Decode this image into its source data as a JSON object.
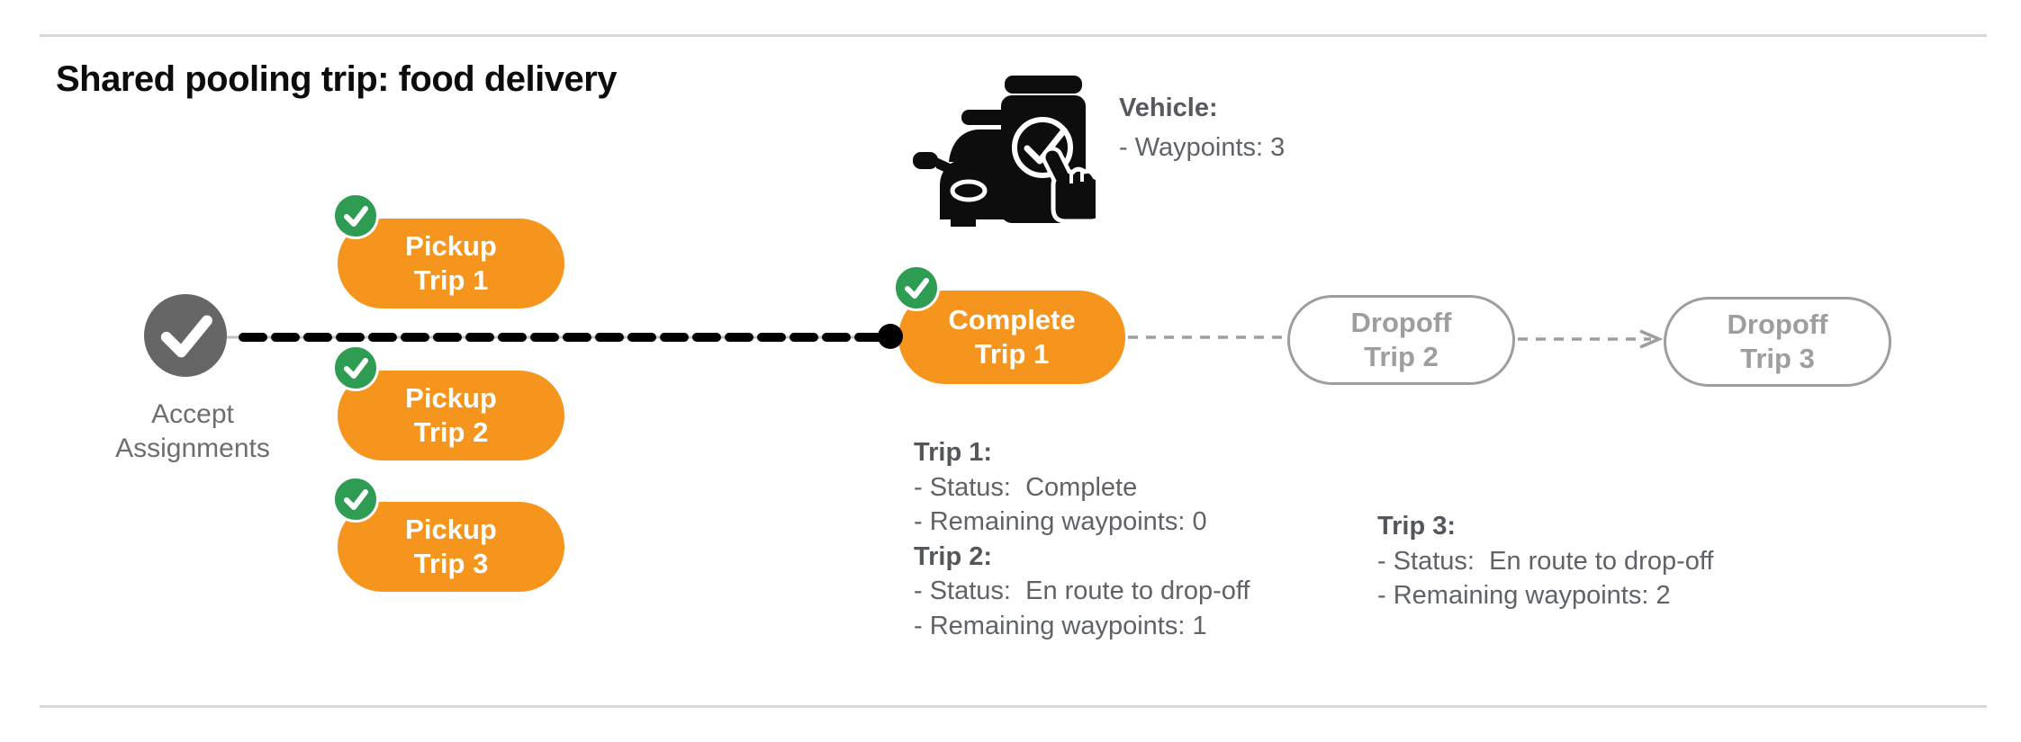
{
  "page": {
    "title": "Shared pooling trip: food delivery"
  },
  "colors": {
    "accent_orange": "#f6951e",
    "success_green": "#2f9c53",
    "node_gray": "#666666",
    "outline_gray": "#9e9e9e",
    "text_gray": "#5f6368",
    "route_black": "#000000",
    "divider_gray": "#d8d8d8"
  },
  "vehicle": {
    "icon": "car-phone-check-icon",
    "heading": "Vehicle:",
    "detail": "- Waypoints: 3"
  },
  "flow": {
    "start": {
      "line1": "Accept",
      "line2": "Assignments",
      "icon": "checkmark-icon"
    },
    "pickups": [
      {
        "line1": "Pickup",
        "line2": "Trip 1",
        "state": "complete"
      },
      {
        "line1": "Pickup",
        "line2": "Trip 2",
        "state": "complete"
      },
      {
        "line1": "Pickup",
        "line2": "Trip 3",
        "state": "complete"
      }
    ],
    "complete": {
      "line1": "Complete",
      "line2": "Trip 1",
      "state": "complete"
    },
    "dropoffs": [
      {
        "line1": "Dropoff",
        "line2": "Trip 2",
        "state": "pending"
      },
      {
        "line1": "Dropoff",
        "line2": "Trip 3",
        "state": "pending"
      }
    ]
  },
  "trip_status": [
    {
      "heading": "Trip 1:",
      "lines": [
        "- Status:  Complete",
        "- Remaining waypoints: 0"
      ]
    },
    {
      "heading": "Trip 2:",
      "lines": [
        "- Status:  En route to drop-off",
        "- Remaining waypoints: 1"
      ]
    },
    {
      "heading": "Trip 3:",
      "lines": [
        "- Status:  En route to drop-off",
        "- Remaining waypoints: 2"
      ]
    }
  ]
}
